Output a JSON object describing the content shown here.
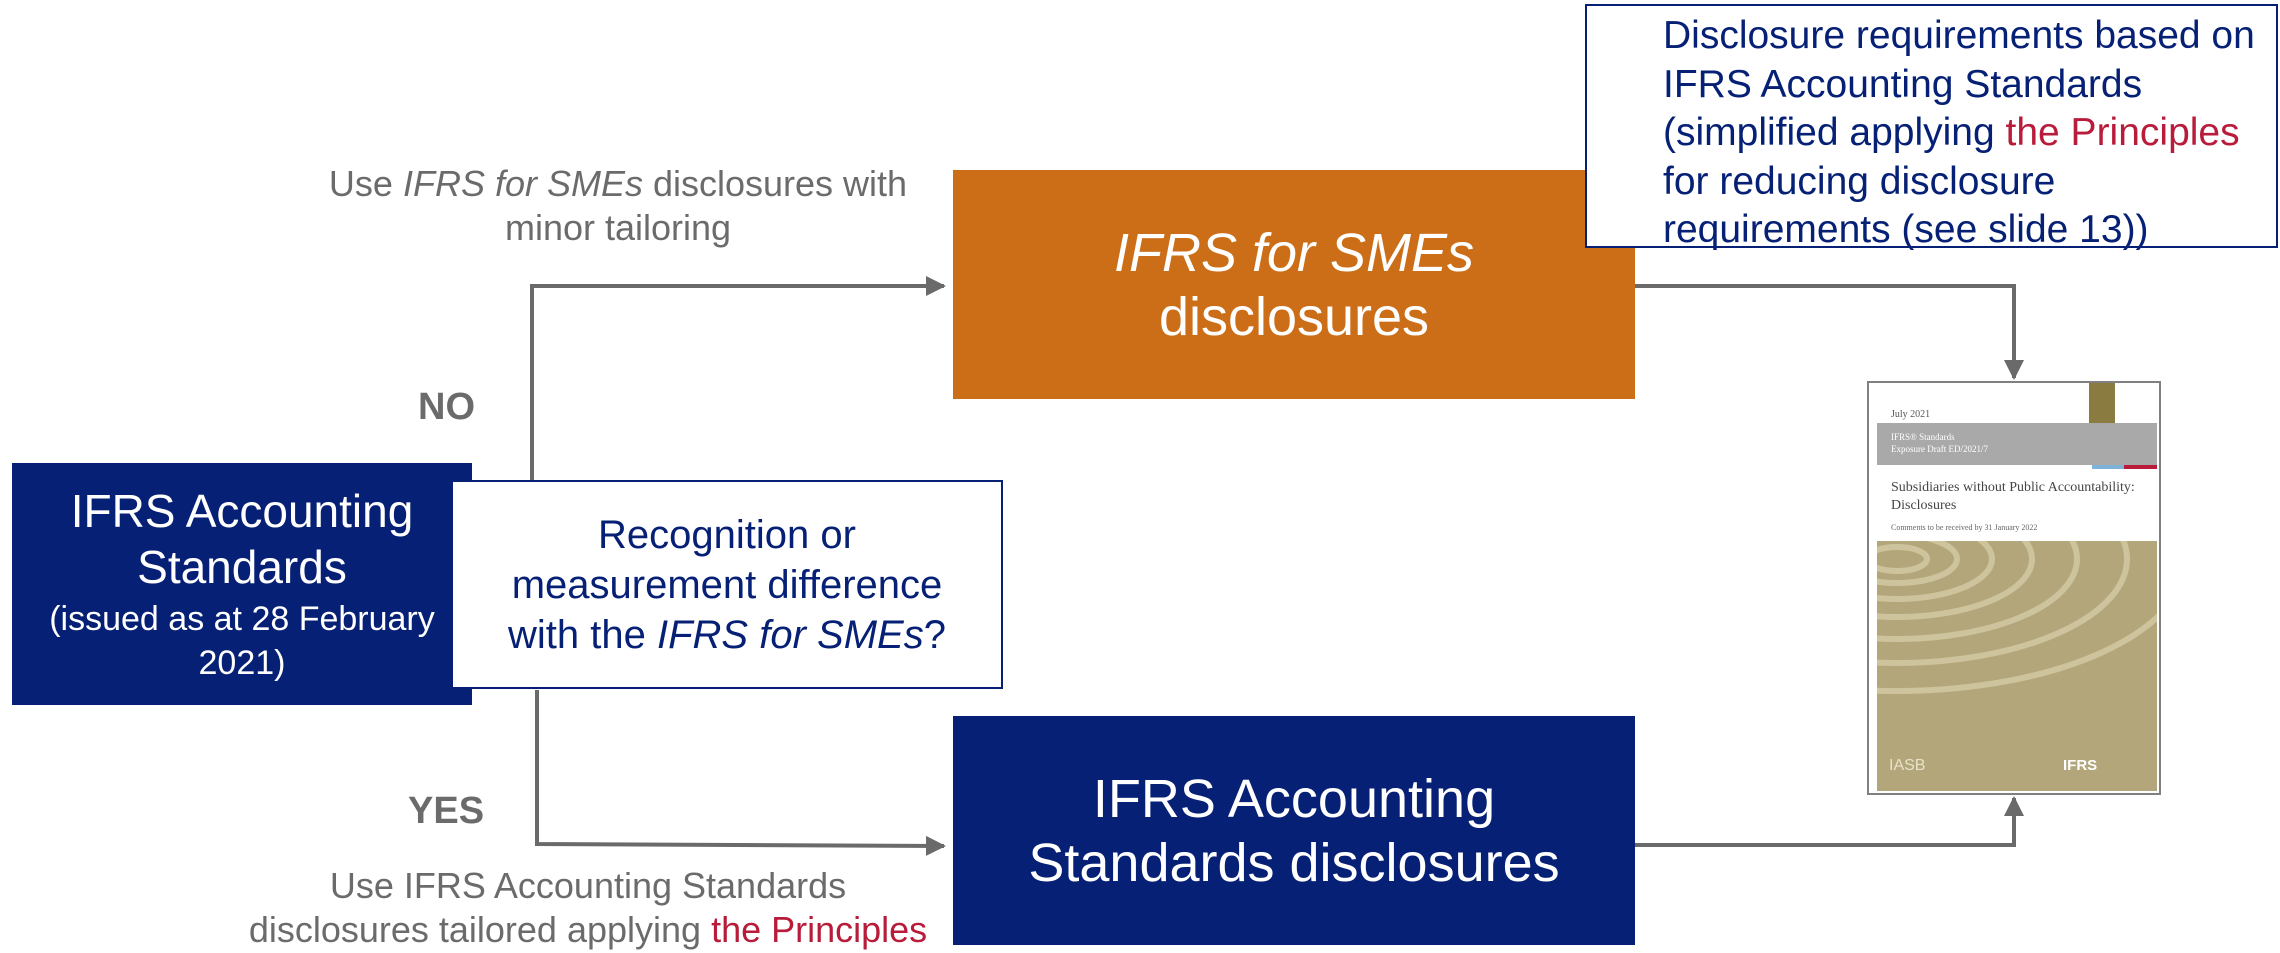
{
  "colors": {
    "navy": "#062075",
    "orange": "#cc6e18",
    "grey_text": "#6b6b6b",
    "accent_red": "#b81c3a",
    "arrow": "#6a6a6a"
  },
  "top_note": {
    "prefix": "Use ",
    "emph": "IFRS for SMEs",
    "suffix": " disclosures with minor tailoring"
  },
  "sme_box": {
    "line1": "IFRS for SMEs",
    "line2": "disclosures"
  },
  "standards_box": {
    "title": "IFRS Accounting Standards",
    "subtitle": "(issued as at 28 February 2021)"
  },
  "question_box": {
    "line1": "Recognition or",
    "line2": "measurement difference",
    "line3_prefix": "with the ",
    "line3_emph": "IFRS for SMEs",
    "line3_suffix": "?"
  },
  "label_no": "NO",
  "label_yes": "YES",
  "ifrs_disclosures_box": {
    "line1": "IFRS Accounting",
    "line2": "Standards disclosures"
  },
  "bottom_note": {
    "line1": "Use IFRS Accounting Standards",
    "line2_prefix": "disclosures tailored applying ",
    "line2_highlight": "the Principles"
  },
  "callout": {
    "part1": "Disclosure requirements based on IFRS Accounting Standards (simplified applying ",
    "highlight": "the Principles",
    "part2": " for reducing disclosure requirements (see slide 13))"
  },
  "cover": {
    "date": "July 2021",
    "standards_line1": "IFRS® Standards",
    "standards_line2": "Exposure Draft    ED/2021/7",
    "title": "Subsidiaries without Public Accountability: Disclosures",
    "comments": "Comments to be received by 31 January 2022",
    "iasb": "IASB",
    "logo": "IFRS",
    "band_color": "#a9a9a9",
    "art_color": "#b2a67a",
    "stripe_colors": [
      "#ffffff",
      "#7fb2d8",
      "#b81c3a"
    ]
  }
}
